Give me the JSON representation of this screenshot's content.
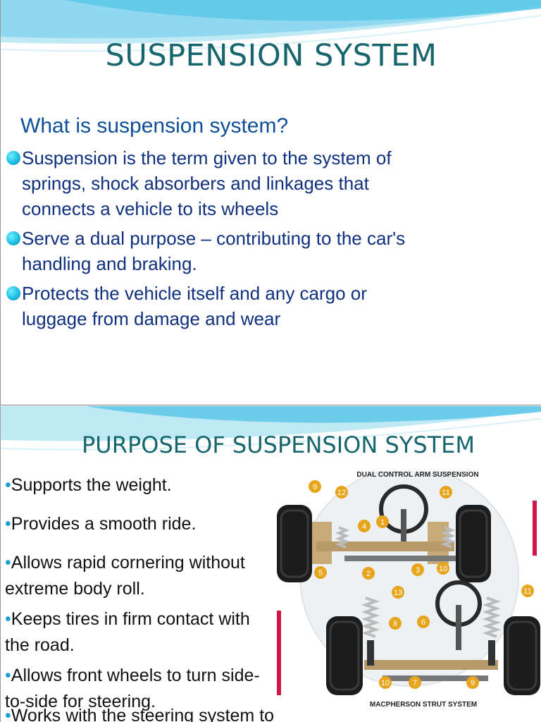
{
  "slide1": {
    "title": "SUSPENSION SYSTEM",
    "question": "What is suspension system?",
    "bullets": [
      "Suspension is the term given to the system of springs, shock absorbers and linkages that connects a vehicle to its wheels",
      "Serve a dual purpose – contributing to the car's handling and braking.",
      "Protects the vehicle itself and any cargo or luggage from damage and wear"
    ]
  },
  "slide2": {
    "title": "PURPOSE OF SUSPENSION SYSTEM",
    "bullet_marker": "•",
    "bullets": [
      "Supports the weight.",
      "Provides a smooth ride.",
      "Allows rapid cornering without extreme body roll.",
      "Keeps tires in firm contact with the road.",
      "Allows front wheels to turn side-to-side for steering.",
      "Works with the steering system to keep the wheels in"
    ],
    "diagram": {
      "top_caption": "DUAL CONTROL ARM SUSPENSION",
      "bottom_caption": "MACPHERSON STRUT SYSTEM",
      "top_callouts": [
        "9",
        "12",
        "4",
        "1",
        "11",
        "5",
        "2",
        "3",
        "10"
      ],
      "bottom_callouts": [
        "13",
        "11",
        "8",
        "6",
        "10",
        "7",
        "9"
      ]
    }
  },
  "colors": {
    "title": "#17666e",
    "question": "#0f4f99",
    "bullet_text": "#0f2f7f",
    "callout": "#e6a51c",
    "swoosh": "#5cc8e6"
  }
}
